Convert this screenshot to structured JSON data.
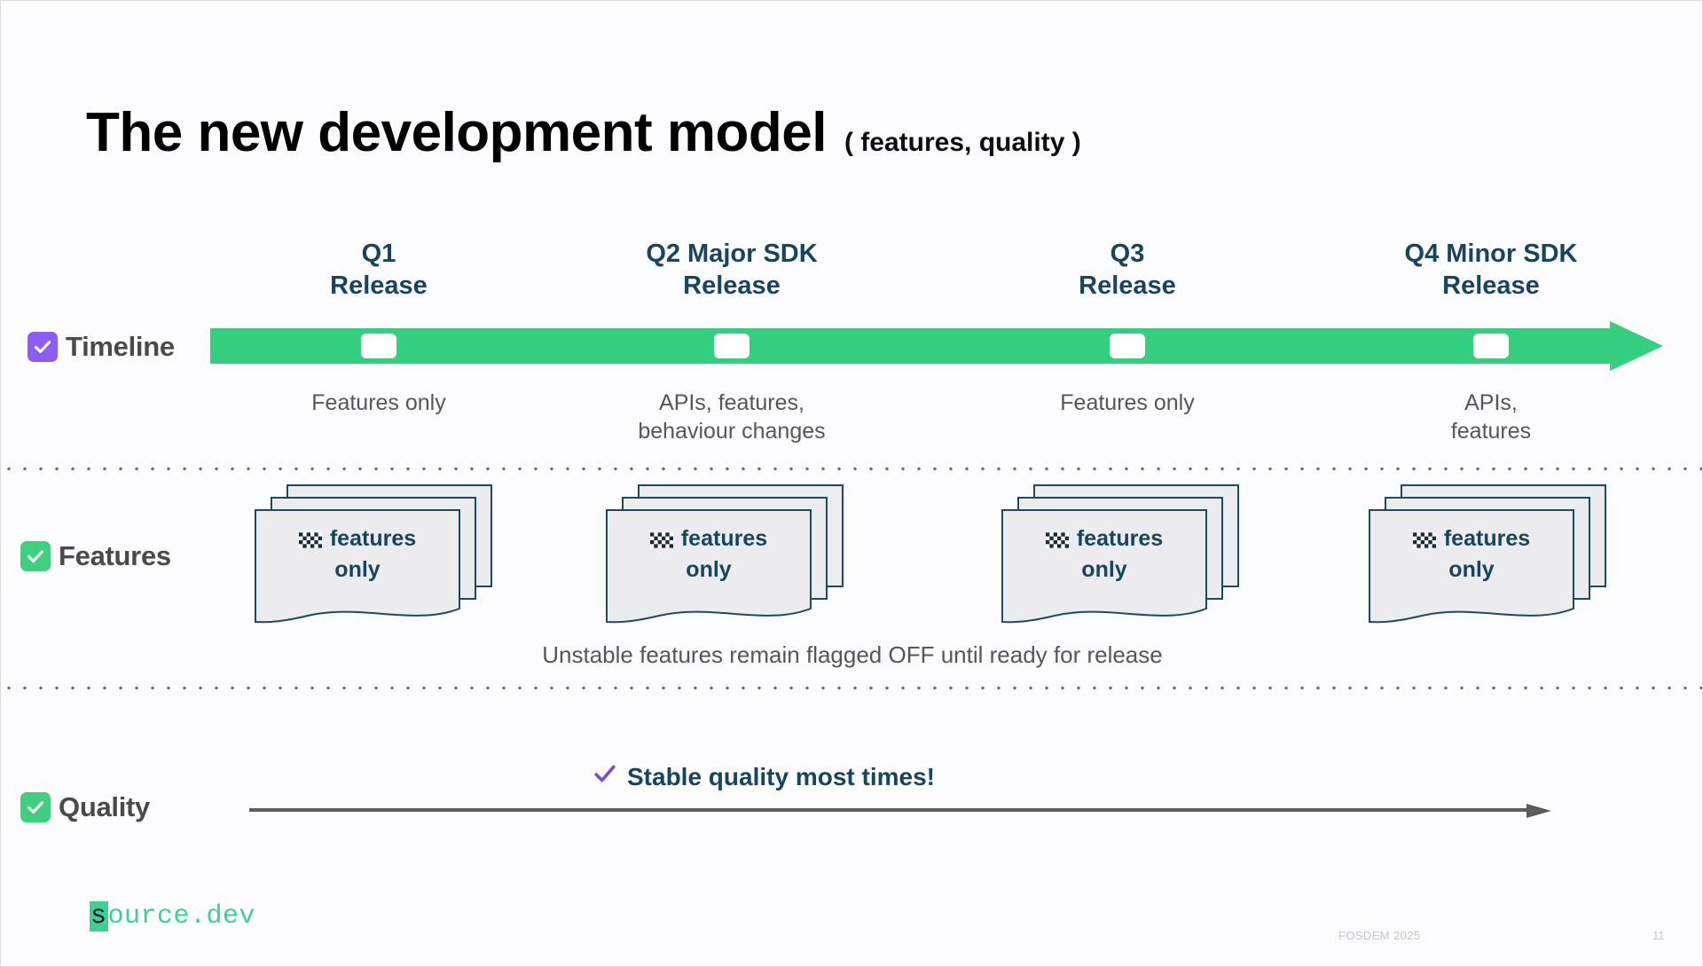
{
  "slide": {
    "title_main": "The new development model",
    "title_sub": "( features, quality )"
  },
  "rows": {
    "timeline": {
      "label": "Timeline",
      "checkbox_color": "#8b5cf6",
      "checkbox_icon": "checkbox-checked-icon"
    },
    "features": {
      "label": "Features",
      "checkbox_color": "#3fcf7f",
      "checkbox_icon": "checkbox-checked-icon"
    },
    "quality": {
      "label": "Quality",
      "checkbox_color": "#3fcf7f",
      "checkbox_icon": "checkbox-checked-icon"
    }
  },
  "timeline": {
    "bar_color": "#34cf7f",
    "milestones": [
      {
        "heading": "Q1\nRelease",
        "heading_line1": "Q1",
        "heading_line2": "Release",
        "desc_line1": "Features only",
        "desc_line2": ""
      },
      {
        "heading": "Q2 Major SDK\nRelease",
        "heading_line1": "Q2 Major SDK",
        "heading_line2": "Release",
        "desc_line1": "APIs, features,",
        "desc_line2": "behaviour changes"
      },
      {
        "heading": "Q3\nRelease",
        "heading_line1": "Q3",
        "heading_line2": "Release",
        "desc_line1": "Features only",
        "desc_line2": ""
      },
      {
        "heading": "Q4 Minor SDK\nRelease",
        "heading_line1": "Q4 Minor SDK",
        "heading_line2": "Release",
        "desc_line1": "APIs,",
        "desc_line2": "features"
      }
    ]
  },
  "features": {
    "cards": [
      {
        "line1": "features",
        "line2": "only",
        "icon": "checkered-flag-icon"
      },
      {
        "line1": "features",
        "line2": "only",
        "icon": "checkered-flag-icon"
      },
      {
        "line1": "features",
        "line2": "only",
        "icon": "checkered-flag-icon"
      },
      {
        "line1": "features",
        "line2": "only",
        "icon": "checkered-flag-icon"
      }
    ],
    "note": "Unstable features remain flagged OFF until ready for release"
  },
  "quality": {
    "note": "Stable quality most times!",
    "note_icon": "purple-check-icon",
    "note_color": "#17455f",
    "arrow_color": "#5c5c5c"
  },
  "footer": {
    "logo_mark": "s",
    "logo_rest": "ource.dev",
    "conference": "FOSDEM 2025",
    "page_number": "11"
  }
}
